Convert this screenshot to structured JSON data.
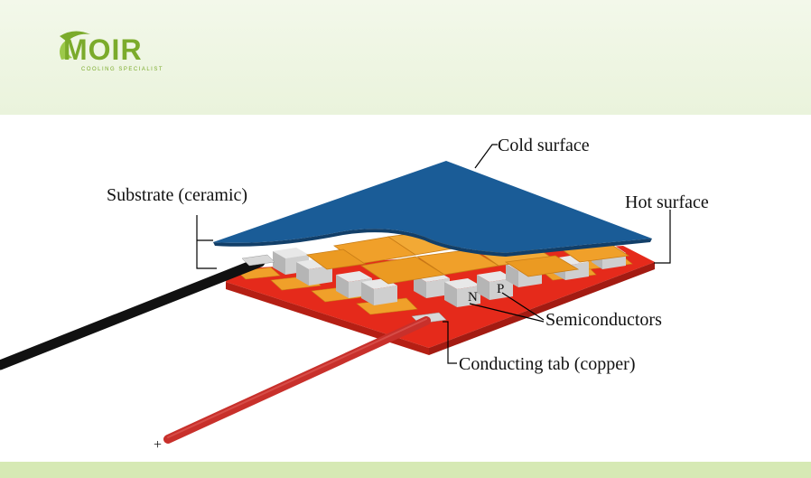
{
  "logo": {
    "brand": "MOIR",
    "tagline": "COOLING SPECIALIST",
    "brand_color": "#7bab2b"
  },
  "labels": {
    "cold_surface": "Cold surface",
    "hot_surface": "Hot surface",
    "substrate": "Substrate (ceramic)",
    "semiconductors": "Semiconductors",
    "conducting_tab": "Conducting tab (copper)",
    "n_type": "N",
    "p_type": "P",
    "plus": "+"
  },
  "colors": {
    "cold_surface": "#1a5c97",
    "hot_surface": "#e52a1b",
    "conducting_tab": "#f0a02a",
    "semiconductor": "#c9c9c9",
    "red_wire": "#c8302b",
    "black_wire": "#111111",
    "header_bg": "#eef6e2",
    "footer_bg": "#d6e9b4"
  }
}
